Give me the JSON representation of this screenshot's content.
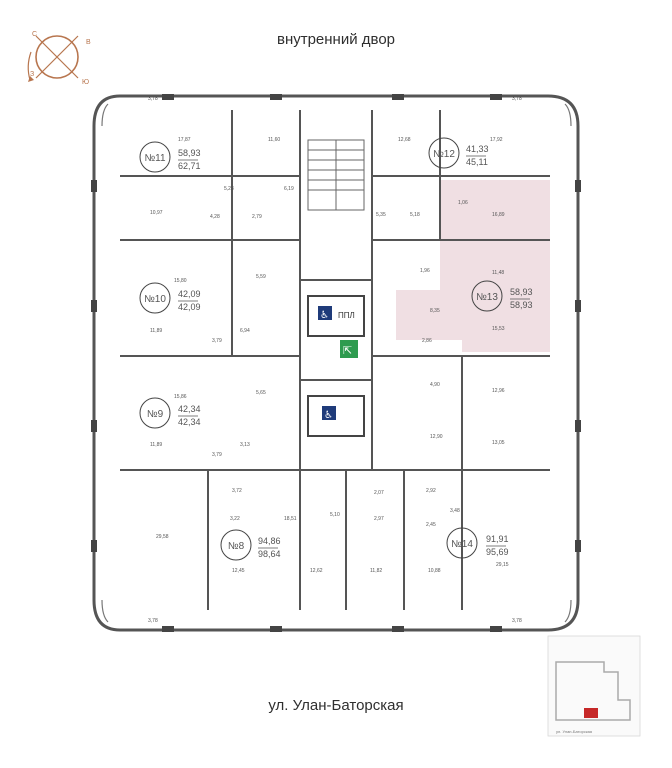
{
  "top_caption": "внутренний двор",
  "bottom_caption": "ул. Улан-Баторская",
  "compass_letters": {
    "north": "С",
    "east": "В",
    "south": "Ю",
    "west": "З"
  },
  "highlight_color": "#f0dfe3",
  "apartments": [
    {
      "number": "№11",
      "area_living": "58,93",
      "area_total": "62,71",
      "highlighted": false
    },
    {
      "number": "№12",
      "area_living": "41,33",
      "area_total": "45,11",
      "highlighted": false
    },
    {
      "number": "№10",
      "area_living": "42,09",
      "area_total": "42,09",
      "highlighted": false
    },
    {
      "number": "№13",
      "area_living": "58,93",
      "area_total": "58,93",
      "highlighted": true
    },
    {
      "number": "№9",
      "area_living": "42,34",
      "area_total": "42,34",
      "highlighted": false
    },
    {
      "number": "№8",
      "area_living": "94,86",
      "area_total": "98,64",
      "highlighted": false
    },
    {
      "number": "№14",
      "area_living": "91,91",
      "area_total": "95,69",
      "highlighted": false
    }
  ],
  "room_areas": [
    "17,87",
    "11,60",
    "12,68",
    "17,92",
    "5,23",
    "6,19",
    "5,35",
    "5,18",
    "1,06",
    "16,89",
    "10,97",
    "4,28",
    "2,79",
    "15,80",
    "5,59",
    "11,48",
    "1,96",
    "8,35",
    "15,53",
    "11,89",
    "6,94",
    "3,79",
    "2,86",
    "15,86",
    "5,65",
    "4,90",
    "12,96",
    "11,89",
    "3,13",
    "3,79",
    "12,90",
    "13,05",
    "3,72",
    "2,07",
    "2,92",
    "3,22",
    "18,51",
    "5,10",
    "2,97",
    "2,45",
    "3,48",
    "29,58",
    "29,15",
    "12,45",
    "12,62",
    "11,82",
    "10,88"
  ],
  "balcony_areas": [
    "3,78",
    "3,78",
    "3,78",
    "3,78"
  ],
  "elevator_label": "ППЛ",
  "key_plan_street": "ул. Улан-Баторская"
}
